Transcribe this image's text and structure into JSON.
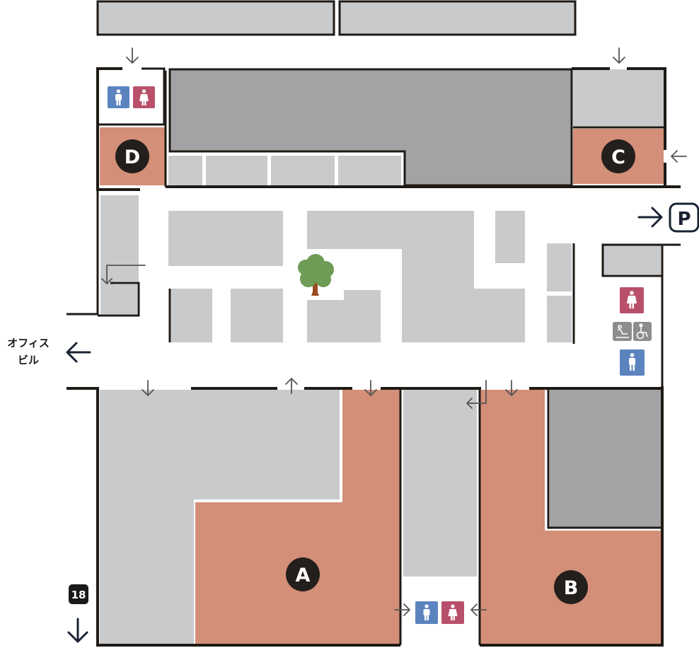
{
  "colors": {
    "wall": "#1f1a15",
    "corridor": "#ffffff",
    "store_light": "#c9cacc",
    "store_dark": "#a3a3a5",
    "highlight": "#d38f77",
    "marker": "#231f1c",
    "male": "#5b84bf",
    "female": "#b9506b",
    "accessible": "#8d8d8f",
    "tree_leaf": "#6e9b55",
    "tree_trunk": "#9a4a20",
    "arrow": "#555555"
  },
  "markers": {
    "a": "A",
    "b": "B",
    "c": "C",
    "d": "D"
  },
  "exits": {
    "office_line1": "オフィス",
    "office_line2": "ビル",
    "parking": "P",
    "route_number": "18"
  },
  "icons": {
    "restroom_male": "person-male-icon",
    "restroom_female": "person-female-icon",
    "baby_care": "baby-changing-icon",
    "wheelchair": "wheelchair-icon",
    "tree": "tree-icon",
    "parking": "parking-icon"
  }
}
